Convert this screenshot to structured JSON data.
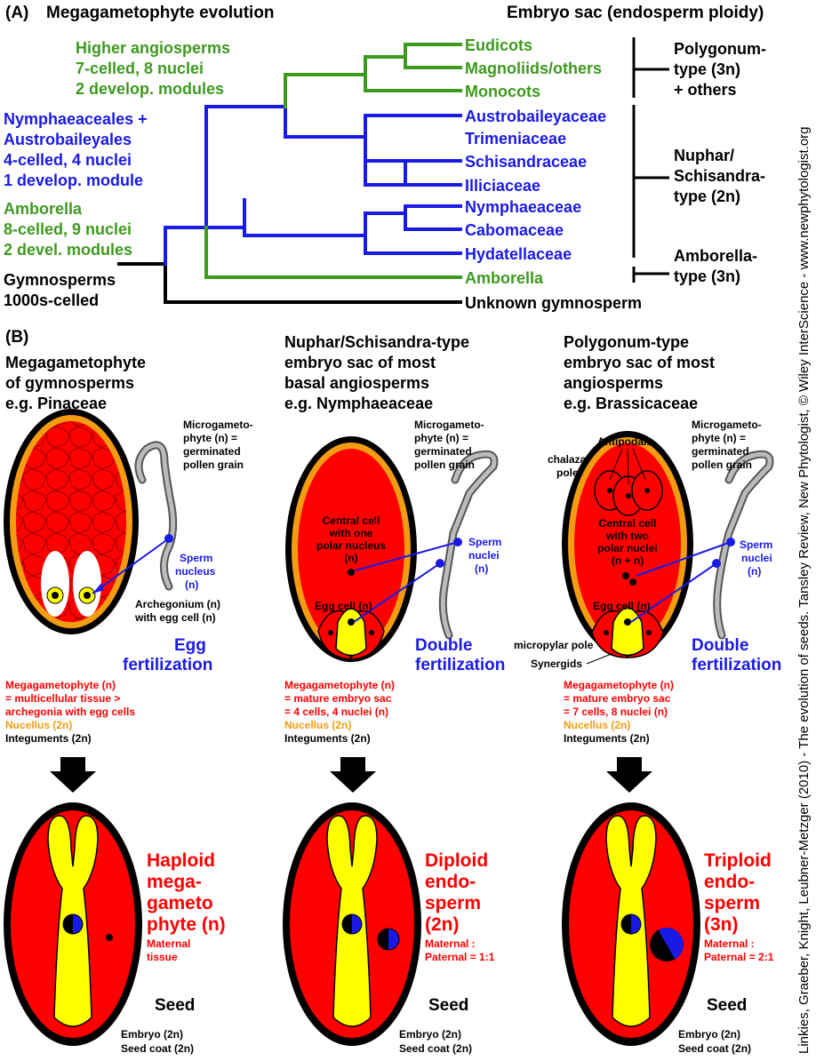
{
  "colors": {
    "green": "#3d9a1f",
    "blue": "#1a1ae6",
    "red": "#ff0000",
    "darkred": "#cc0000",
    "orange": "#f39c12",
    "yellow": "#ffff00",
    "black": "#000000"
  },
  "panel_a": {
    "label": "(A)",
    "title": "Megagametophyte evolution",
    "right_title": "Embryo sac (endosperm ploidy)",
    "groups": {
      "higher": [
        "Higher angiosperms",
        "7-celled, 8 nuclei",
        "2 develop. modules"
      ],
      "nymph": [
        "Nymphaeaceales +",
        "Austrobaileyales",
        "4-celled, 4 nuclei",
        "1 develop. module"
      ],
      "amborella": [
        "Amborella",
        "8-celled, 9 nuclei",
        "2 devel. modules"
      ],
      "gymno": [
        "Gymnosperms",
        "1000s-celled"
      ]
    },
    "taxa": [
      "Eudicots",
      "Magnoliids/others",
      "Monocots",
      "Austrobaileyaceae",
      "Trimeniaceae",
      "Schisandraceae",
      "Illiciaceae",
      "Nymphaeaceae",
      "Cabomaceae",
      "Hydatellaceae",
      "Amborella",
      "Unknown gymnosperm"
    ],
    "types": {
      "polygonum": [
        "Polygonum-",
        "type (3n)",
        "+ others"
      ],
      "nuphar": [
        "Nuphar/",
        "Schisandra-",
        "type (2n)"
      ],
      "amborella": [
        "Amborella-",
        "type (3n)"
      ]
    }
  },
  "panel_b": {
    "label": "(B)",
    "col1": {
      "title": [
        "Megagametophyte",
        "of gymnosperms",
        "e.g. Pinaceae"
      ],
      "micro": [
        "Microgameto-",
        "phyte (n) =",
        "germinated",
        "pollen grain"
      ],
      "sperm": [
        "Sperm",
        "nucleus",
        "(n)"
      ],
      "arch": [
        "Archegonium (n)",
        "with egg cell (n)"
      ],
      "fert": [
        "Egg",
        "fertilization"
      ],
      "desc_red": [
        "Megagametophyte (n)",
        "= multicellular tissue >",
        "archegonia with egg cells"
      ],
      "desc_orange": "Nucellus (2n)",
      "desc_black": "Integuments (2n)",
      "seed_red": [
        "Haploid",
        "mega-",
        "gameto",
        "phyte (n)"
      ],
      "seed_small": [
        "Maternal",
        "tissue"
      ],
      "seed": "Seed",
      "seed_desc": [
        "Embryo (2n)",
        "Seed coat (2n)"
      ]
    },
    "col2": {
      "title": [
        "Nuphar/Schisandra-type",
        "embryo sac of most",
        "basal angiosperms",
        "e.g. Nymphaeaceae"
      ],
      "micro": [
        "Microgameto-",
        "phyte (n) =",
        "germinated",
        "pollen grain"
      ],
      "central": [
        "Central cell",
        "with one",
        "polar nucleus",
        "(n)"
      ],
      "sperm": [
        "Sperm",
        "nuclei",
        "(n)"
      ],
      "egg": "Egg cell (n)",
      "fert": [
        "Double",
        "fertilization"
      ],
      "desc_red": [
        "Megagametophyte (n)",
        "= mature embryo sac",
        "= 4 cells, 4 nuclei (n)"
      ],
      "desc_orange": "Nucellus (2n)",
      "desc_black": "Integuments (2n)",
      "seed_red": [
        "Diploid",
        "endo-",
        "sperm",
        "(2n)"
      ],
      "seed_small": [
        "Maternal :",
        "Paternal = 1:1"
      ],
      "seed": "Seed",
      "seed_desc": [
        "Embryo (2n)",
        "Seed coat (2n)"
      ]
    },
    "col3": {
      "title": [
        "Polygonum-type",
        "embryo sac of most",
        "angiosperms",
        "e.g. Brassicaceae"
      ],
      "micro": [
        "Microgameto-",
        "phyte (n) =",
        "germinated",
        "pollen grain"
      ],
      "antipodals": "Antipodals",
      "chalazal": [
        "chalazal",
        "pole"
      ],
      "central": [
        "Central cell",
        "with two",
        "polar nuclei",
        "(n + n)"
      ],
      "sperm": [
        "Sperm",
        "nuclei",
        "(n)"
      ],
      "egg": "Egg cell (n)",
      "micropylar": "micropylar pole",
      "synergids": "Synergids",
      "fert": [
        "Double",
        "fertilization"
      ],
      "desc_red": [
        "Megagametophyte (n)",
        "= mature embryo sac",
        "= 7 cells, 8 nuclei (n)"
      ],
      "desc_orange": "Nucellus (2n)",
      "desc_black": "Integuments (2n)",
      "seed_red": [
        "Triploid",
        "endo-",
        "sperm",
        "(3n)"
      ],
      "seed_small": [
        "Maternal :",
        "Paternal = 2:1"
      ],
      "seed": "Seed",
      "seed_desc": [
        "Embryo (2n)",
        "Seed coat (2n)"
      ]
    }
  },
  "side_credit": "Linkies, Graeber, Knight, Leubner-Metzger (2010) - The evolution of seeds. Tansley Review, New Phytologist, © Wiley InterScience - www.newphytologist.org"
}
